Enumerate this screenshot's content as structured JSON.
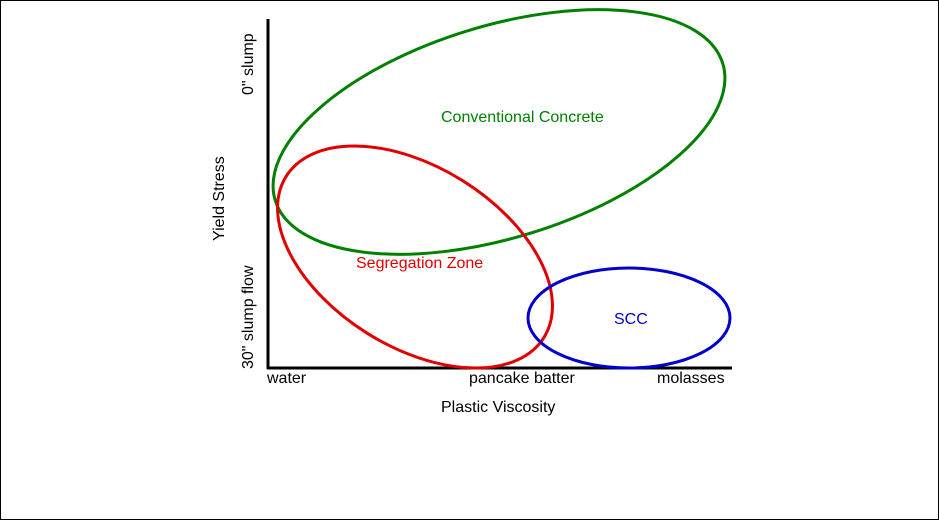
{
  "axes": {
    "x_title": "Plastic Viscosity",
    "y_title": "Yield Stress",
    "x_ticks": [
      "water",
      "pancake batter",
      "molasses"
    ],
    "y_top": "0\" slump",
    "y_bottom": "30\" slump flow"
  },
  "regions": [
    {
      "label": "Conventional Concrete",
      "color": "#008000"
    },
    {
      "label": "Segregation Zone",
      "color": "#e00000"
    },
    {
      "label": "SCC",
      "color": "#0000cc"
    }
  ]
}
